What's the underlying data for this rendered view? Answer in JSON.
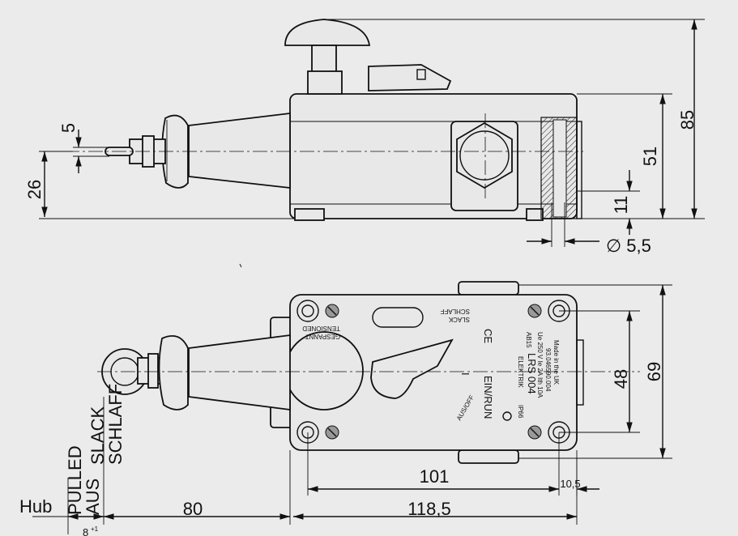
{
  "dimensions": {
    "d85": "85",
    "d51": "51",
    "d11": "11",
    "d5": "5",
    "d26": "26",
    "d_hole": "∅ 5,5",
    "d48": "48",
    "d69": "69",
    "d101": "101",
    "d10_5": "10,5",
    "d80": "80",
    "d118_5": "118,5",
    "d8": "8",
    "d8_sup": "+1"
  },
  "labels": {
    "hub": "Hub",
    "pulled": "PULLED",
    "aus": "AUS",
    "slack": "SLACK",
    "schlaff": "SCHLAFF",
    "gespannt": "GESPANNT",
    "tensioned": "TENSIONED",
    "slack_plate": "SLACK",
    "schlaff_plate": "SCHLAFF",
    "ce": "CE",
    "ein_run": "EIN/RUN",
    "i_mark": "I",
    "o_mark": "O",
    "aus_off": "AUS/OFF",
    "brand": "ELEKTRIK",
    "model": "LRS 004",
    "ab15": "AB15",
    "rating": "Ue 250 V  Ie 2A  Ith 10A",
    "partno": "93.046590.004",
    "made": "Made in the UK",
    "ip": "IP66"
  }
}
